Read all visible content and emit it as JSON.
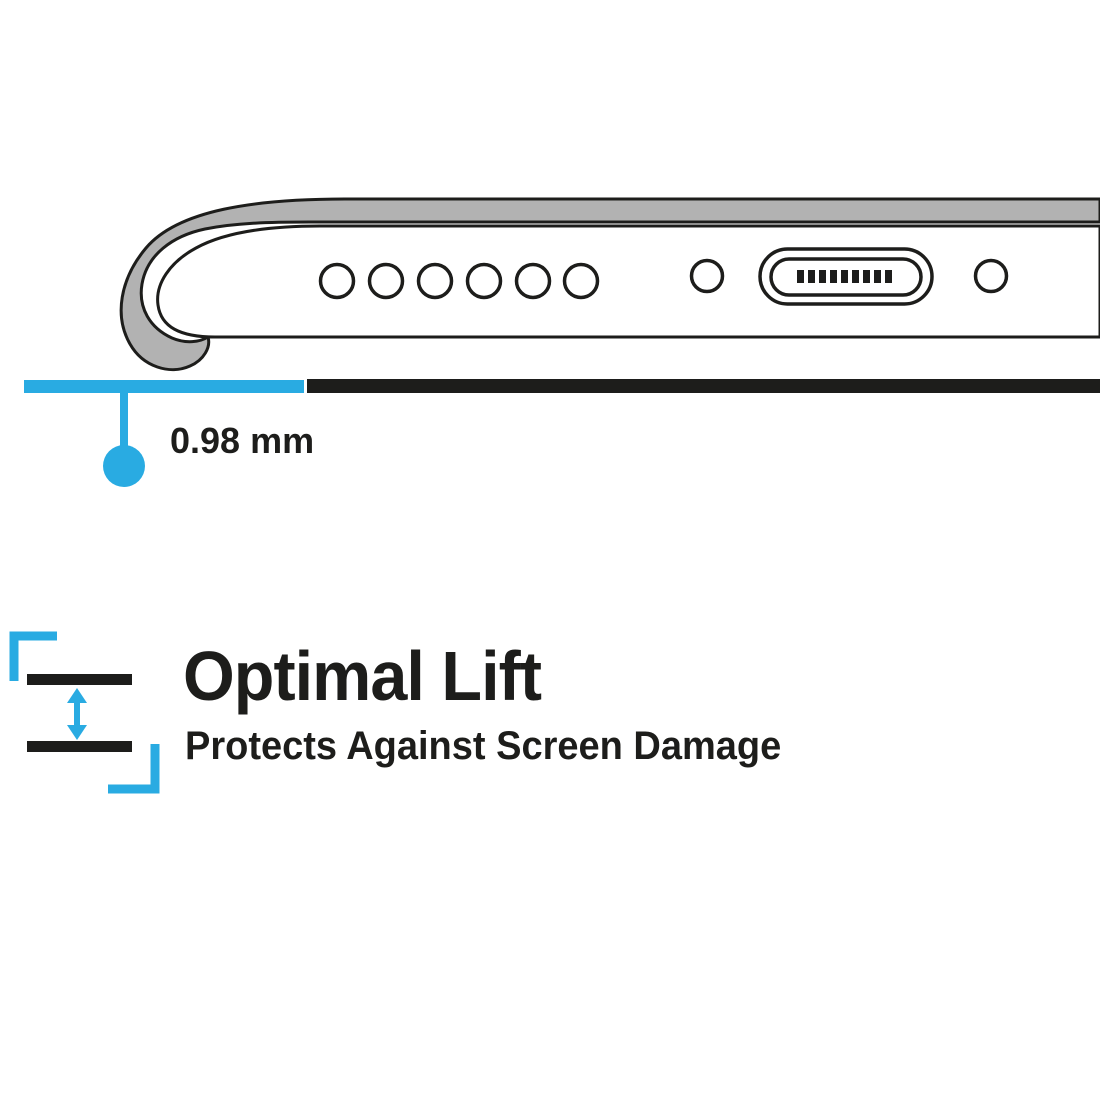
{
  "colors": {
    "accent_cyan": "#29abe2",
    "ink_black": "#1d1d1b",
    "case_gray": "#b2b2b2",
    "background": "#ffffff"
  },
  "measurement": {
    "label": "0.98 mm"
  },
  "feature": {
    "title": "Optimal Lift",
    "subtitle": "Protects Against Screen Damage"
  }
}
